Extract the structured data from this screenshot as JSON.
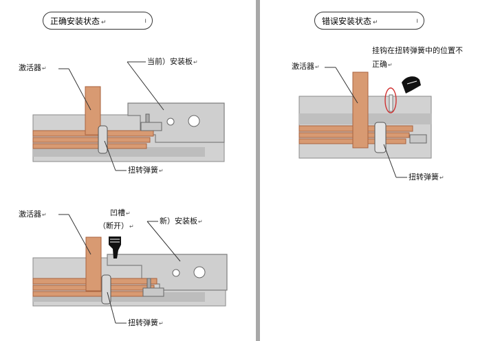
{
  "left_panel": {
    "title": "正确安装状态",
    "top_figure": {
      "activator_label": "激活器",
      "plate_label": "当前）安装板",
      "spring_label": "扭转弹簧"
    },
    "bottom_figure": {
      "activator_label": "激活器",
      "groove_label": "凹槽",
      "groove_sub_label": "（断开）",
      "plate_label": "新）安装板",
      "spring_label": "扭转弹簧"
    }
  },
  "right_panel": {
    "title": "错误安装状态",
    "activator_label": "激活器",
    "note_line1": "挂钩在扭转弹簧中的位置不",
    "note_line2": "正确",
    "spring_label": "扭转弹簧"
  },
  "para_mark": "↵",
  "colors": {
    "copper": "#d89a72",
    "copper_dark": "#a8623e",
    "plate": "#cfcfcf",
    "plate_edge": "#8a8a8a",
    "rail": "#d0d0d0",
    "divider": "#a8a8a8",
    "highlight_circle": "#d03030"
  }
}
